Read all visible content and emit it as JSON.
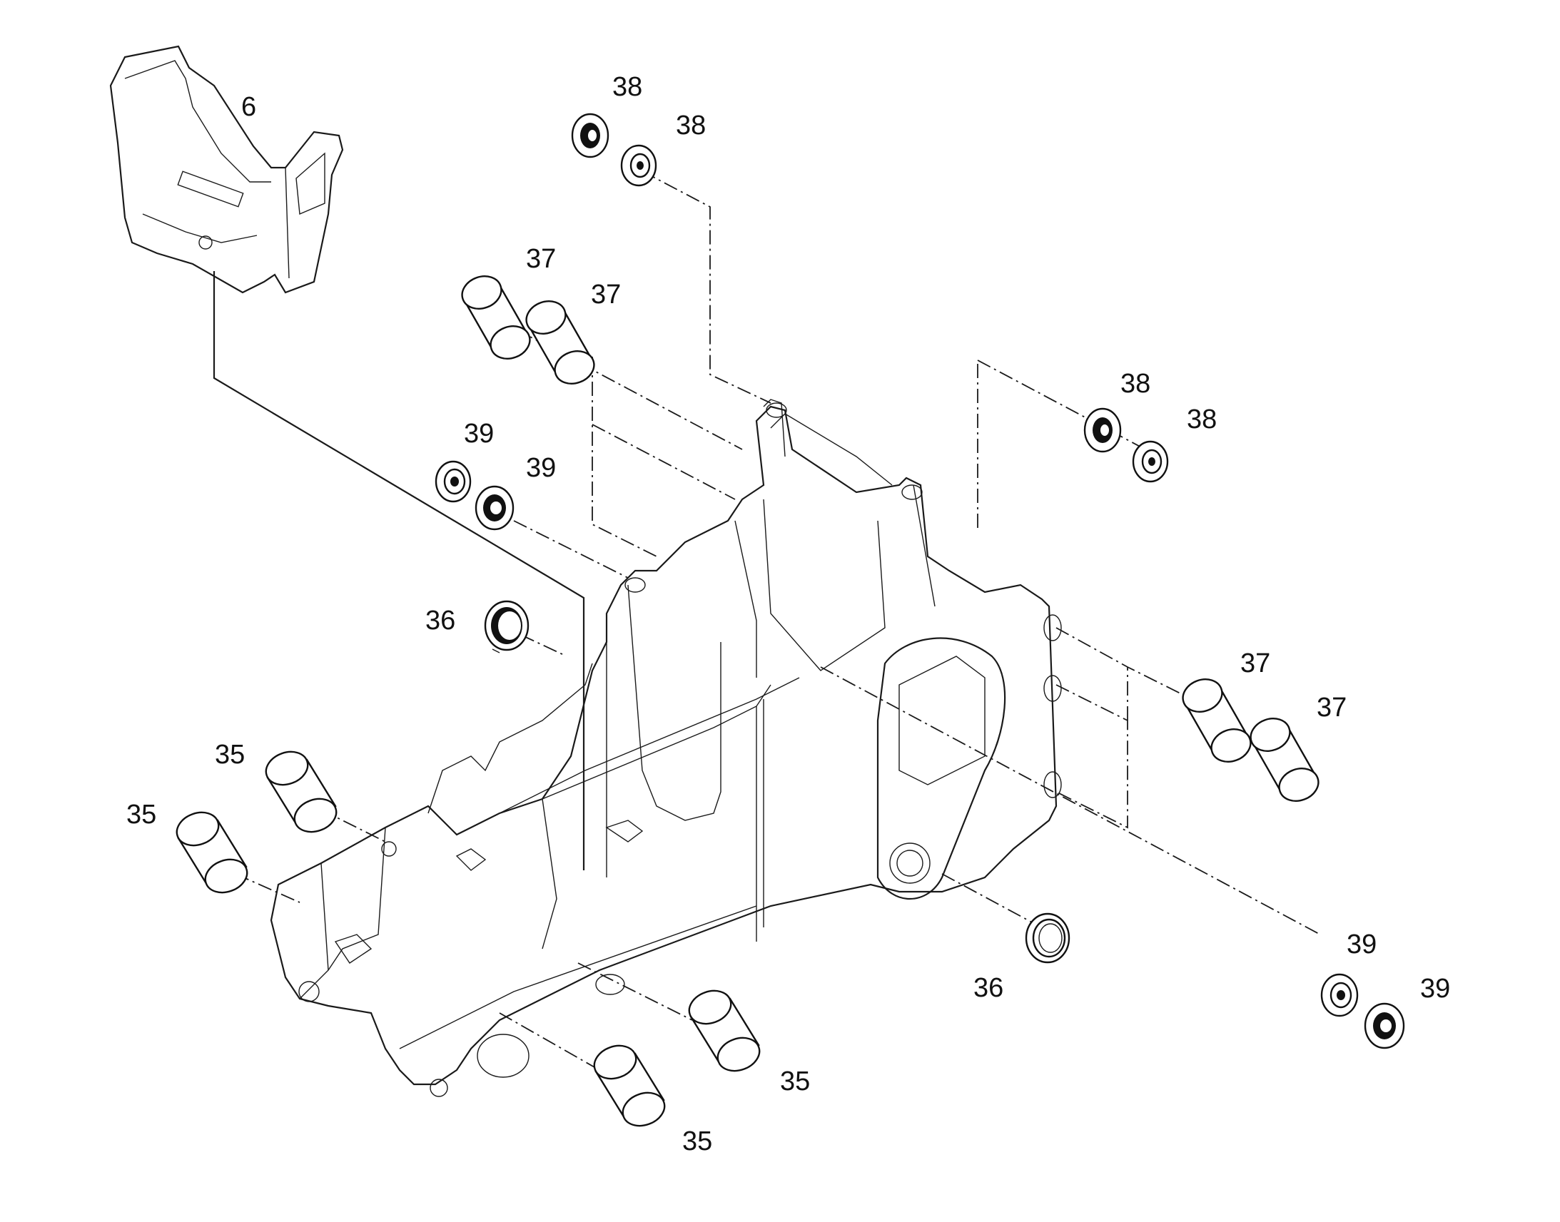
{
  "diagram": {
    "callouts": {
      "c6": "6",
      "c38a": "38",
      "c38b": "38",
      "c38c": "38",
      "c38d": "38",
      "c37a": "37",
      "c37b": "37",
      "c37c": "37",
      "c37d": "37",
      "c39a": "39",
      "c39b": "39",
      "c39c": "39",
      "c39d": "39",
      "c36a": "36",
      "c36b": "36",
      "c35a": "35",
      "c35b": "35",
      "c35c": "35",
      "c35d": "35"
    }
  }
}
